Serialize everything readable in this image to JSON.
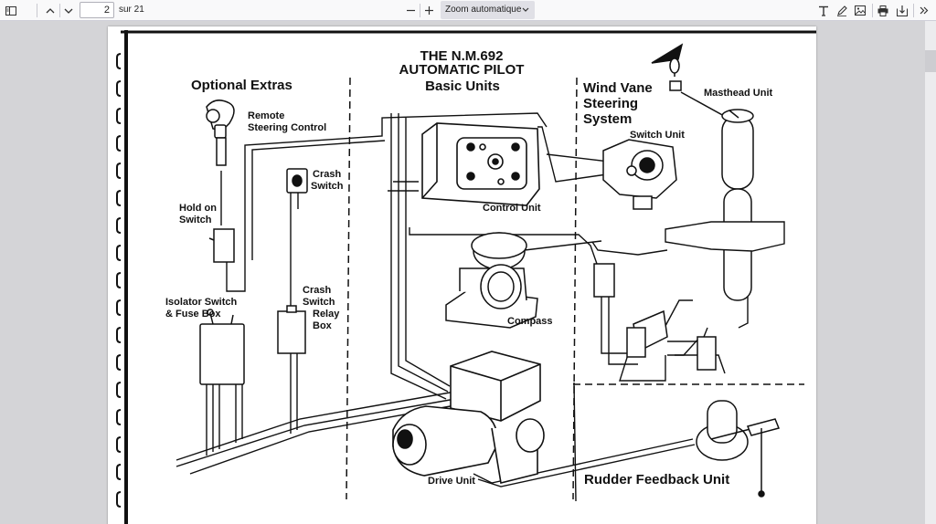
{
  "toolbar": {
    "page_number": "2",
    "page_count": "sur 21",
    "zoom": "Zoom automatique",
    "icons": {
      "sidebar": "sidebar-toggle-icon",
      "previous": "chevron-up-icon",
      "next": "chevron-down-icon",
      "zoom_out": "minus-icon",
      "zoom_in": "plus-icon",
      "text": "text-tool-icon",
      "draw": "pen-icon",
      "image": "image-icon",
      "print": "printer-icon",
      "save": "download-icon",
      "tools": "double-chevron-icon"
    }
  },
  "document": {
    "title_line1": "THE  N.M.692",
    "title_line2": "AUTOMATIC  PILOT",
    "title_line3": "Basic Units",
    "sections": {
      "optional_extras": "Optional Extras",
      "wind_vane_line1": "Wind Vane",
      "wind_vane_line2": "Steering",
      "wind_vane_line3": "System",
      "rudder_feedback": "Rudder Feedback Unit"
    },
    "labels": {
      "remote_line1": "Remote",
      "remote_line2": "Steering Control",
      "crash_switch_line1": "Crash",
      "crash_switch_line2": "Switch",
      "hold_on_line1": "Hold on",
      "hold_on_line2": "Switch",
      "isolator_line1": "Isolator Switch",
      "isolator_line2": "& Fuse Box",
      "relay_line1": "Crash",
      "relay_line2": "Switch",
      "relay_line3": "Relay",
      "relay_line4": "Box",
      "control_unit": "Control Unit",
      "compass": "Compass",
      "drive_unit": "Drive Unit",
      "switch_unit": "Switch Unit",
      "masthead_unit": "Masthead Unit"
    }
  },
  "colors": {
    "toolbar_bg": "#f9f9fa",
    "viewer_bg": "#d4d4d7",
    "page_bg": "#ffffff",
    "ink": "#111111"
  }
}
